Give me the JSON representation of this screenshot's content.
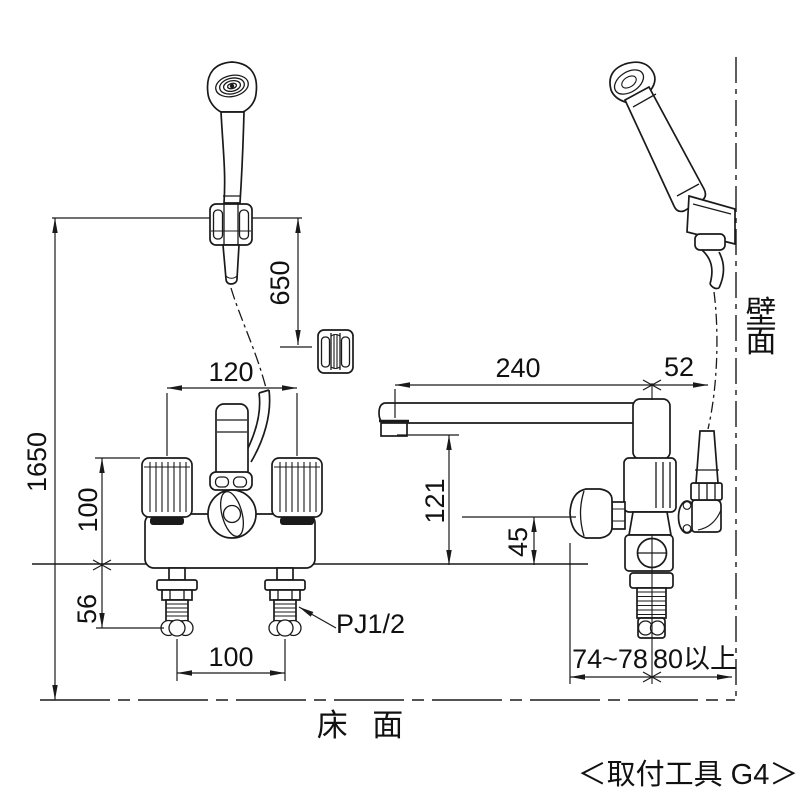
{
  "drawing": {
    "type": "technical-installation-diagram",
    "subject": "deck-mounted bath shower mixer faucet, front view and side view",
    "labels": {
      "floor": "床 面",
      "wall_chars": [
        "壁",
        "面"
      ],
      "thread": "PJ1/2",
      "tool_note": "＜取付工具 G4＞"
    },
    "dimensions": {
      "overall_height": "1650",
      "hose_hook_drop": "650",
      "handle_span": "120",
      "body_height": "100",
      "under_counter": "56",
      "inlet_pitch": "100",
      "spout_reach": "240",
      "wall_offset": "52",
      "spout_height": "121",
      "handle_height": "45",
      "deck_thickness_range": "74~78",
      "side_clearance_min": "80以上"
    },
    "colors": {
      "line": "#1a1a1a",
      "background": "#ffffff"
    }
  }
}
